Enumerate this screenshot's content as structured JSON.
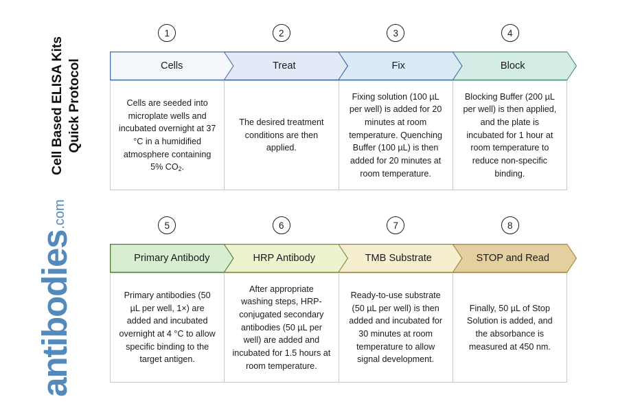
{
  "document": {
    "title": "Cell Based ELISA Kits\nQuick Protocol",
    "logo_word": "antibodies",
    "logo_tld": ".com",
    "logo_color": "#5389bb"
  },
  "rows": [
    {
      "id": "row-1",
      "steps": [
        {
          "number": "1",
          "label": "Cells",
          "description": "Cells are seeded into microplate wells and incubated overnight at 37 °C in a humidified atmosphere containing 5% CO₂.",
          "fill": "#f3f7fc",
          "stroke": "#4a6fa5"
        },
        {
          "number": "2",
          "label": "Treat",
          "description": "The desired treatment conditions are then applied.",
          "fill": "#e4e9f7",
          "stroke": "#3f5f9b"
        },
        {
          "number": "3",
          "label": "Fix",
          "description": "Fixing solution (100 µL per well) is added for 20 minutes at room temperature. Quenching Buffer (100 µL) is then added for 20 minutes at room temperature.",
          "fill": "#daeaf7",
          "stroke": "#3f6f9b"
        },
        {
          "number": "4",
          "label": "Block",
          "description": "Blocking Buffer (200 µL per well) is then applied, and the plate is incubated for 1 hour at room temperature to reduce non-specific binding.",
          "fill": "#d3ece6",
          "stroke": "#4a8f7c"
        }
      ]
    },
    {
      "id": "row-2",
      "steps": [
        {
          "number": "5",
          "label": "Primary Antibody",
          "description": "Primary antibodies (50 µL per well, 1×) are added and incubated overnight at 4 °C to allow specific binding to the target antigen.",
          "fill": "#d9edd0",
          "stroke": "#4e7a3c"
        },
        {
          "number": "6",
          "label": "HRP Antibody",
          "description": "After appropriate washing steps, HRP-conjugated secondary antibodies (50 µL per well) are added and incubated for 1.5 hours at room temperature.",
          "fill": "#edf2cf",
          "stroke": "#7d8a35"
        },
        {
          "number": "7",
          "label": "TMB Substrate",
          "description": "Ready-to-use substrate (50 µL per well) is then added and incubated for 30 minutes at room temperature to allow signal development.",
          "fill": "#f5efd0",
          "stroke": "#9b8338"
        },
        {
          "number": "8",
          "label": "STOP and Read",
          "description": "Finally, 50 µL of Stop Solution is added, and the absorbance is measured at 450 nm.",
          "fill": "#e3cf9f",
          "stroke": "#a8832f"
        }
      ]
    }
  ]
}
